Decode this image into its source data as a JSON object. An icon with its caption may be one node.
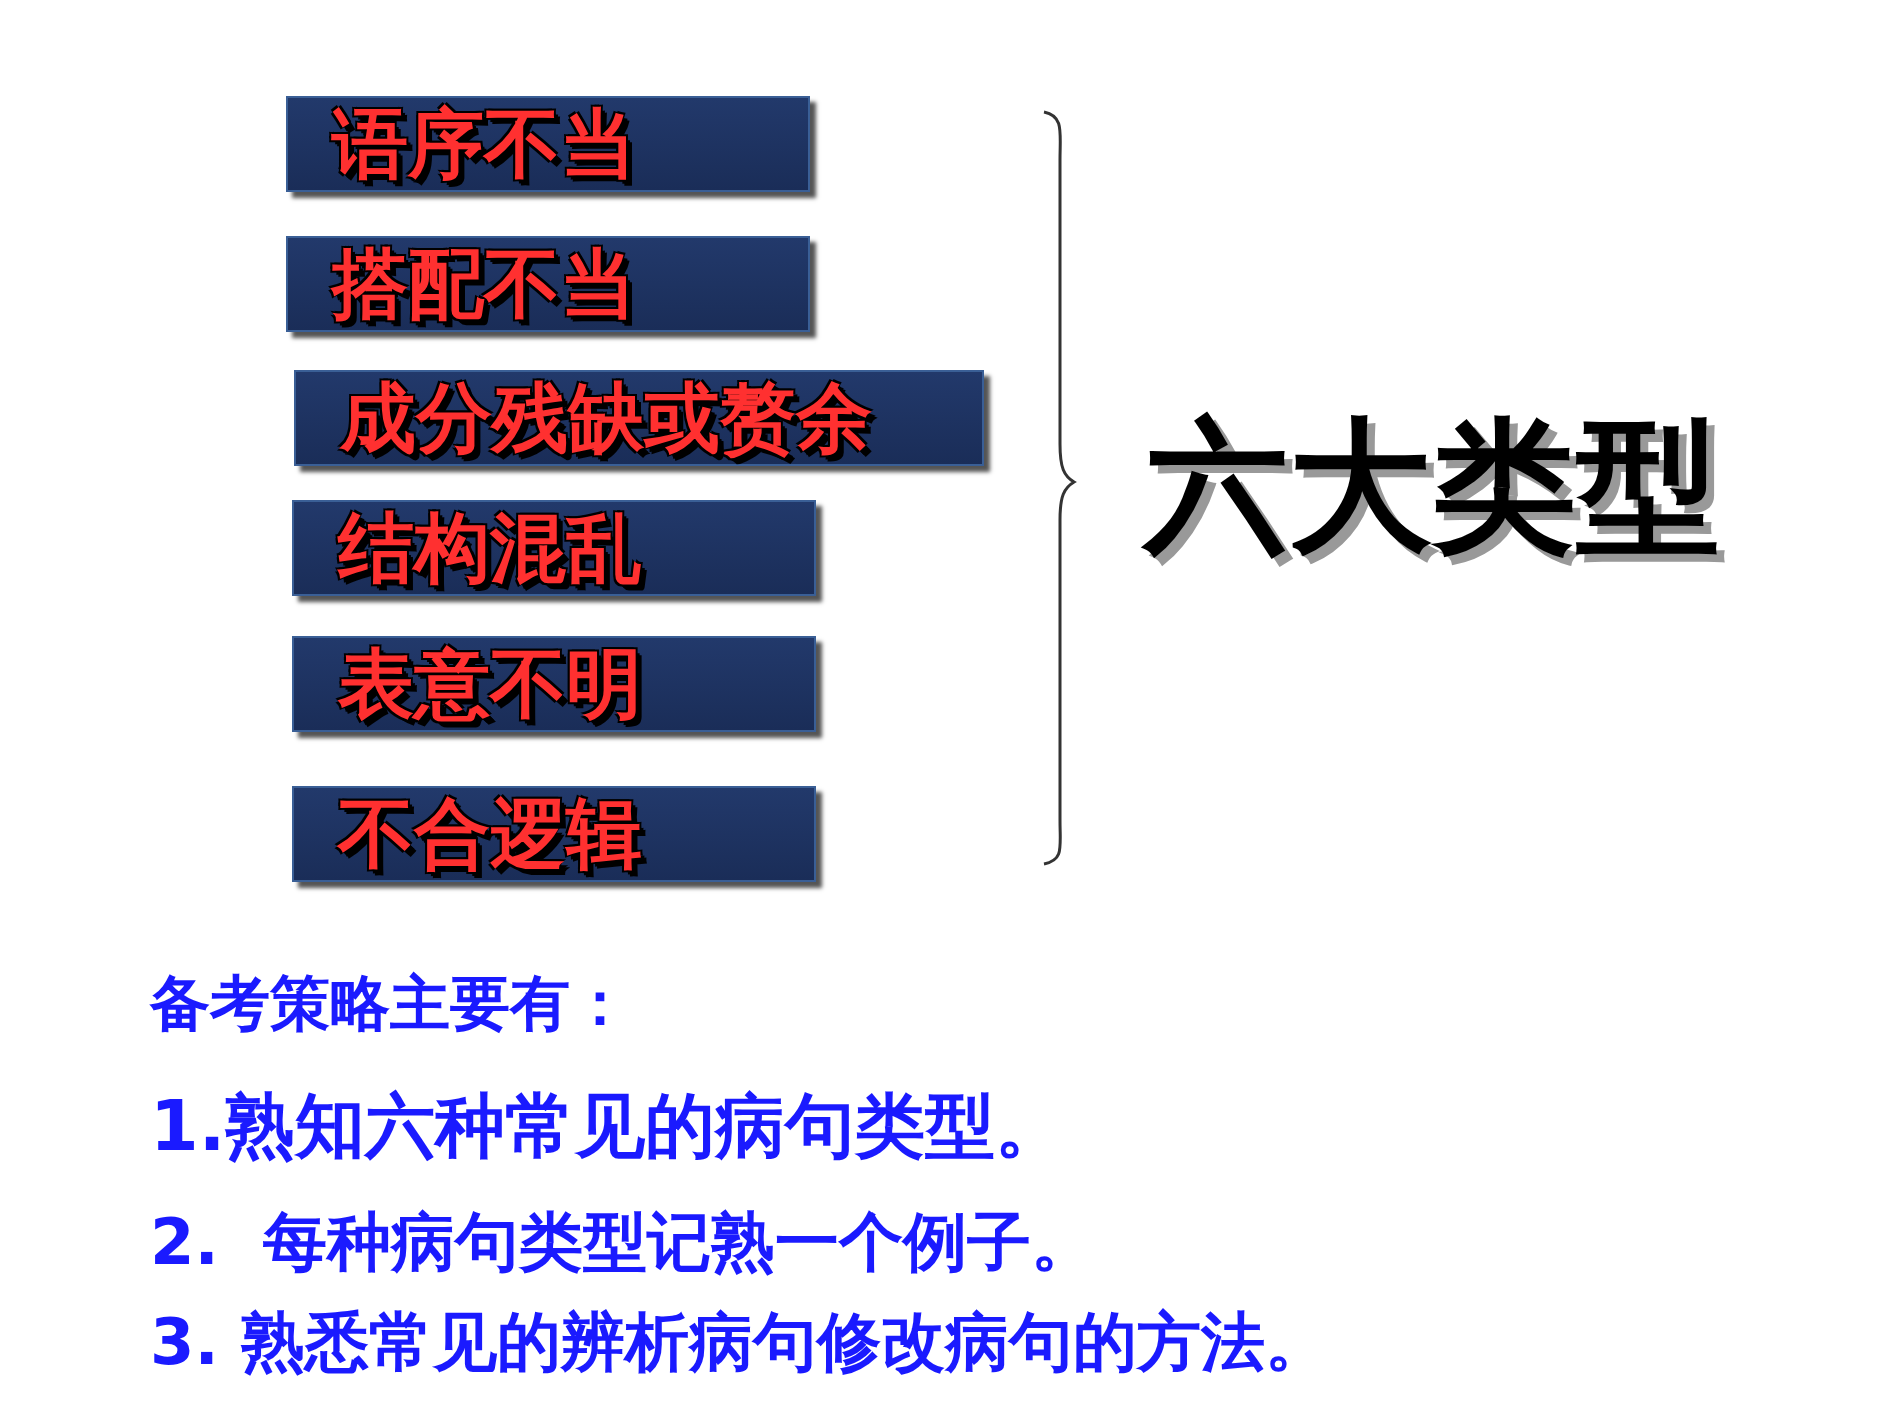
{
  "diagram": {
    "nodes": [
      {
        "text": [
          "语序不当"
        ]
      },
      {
        "text": [
          "搭配不当"
        ]
      },
      {
        "text": [
          "成分残缺或赘余"
        ]
      },
      {
        "text": [
          "结构混乱"
        ]
      },
      {
        "text": [
          "表意不明"
        ]
      },
      {
        "text": [
          "不合逻辑"
        ]
      }
    ],
    "edges": [],
    "labels": [
      "六大类型",
      "备考策略主要有：",
      "1.熟知六种常见的病句类型。",
      "2.  每种病句类型记熟一个例子。",
      "3. 熟悉常见的辨析病句修改病句的方法。"
    ]
  }
}
